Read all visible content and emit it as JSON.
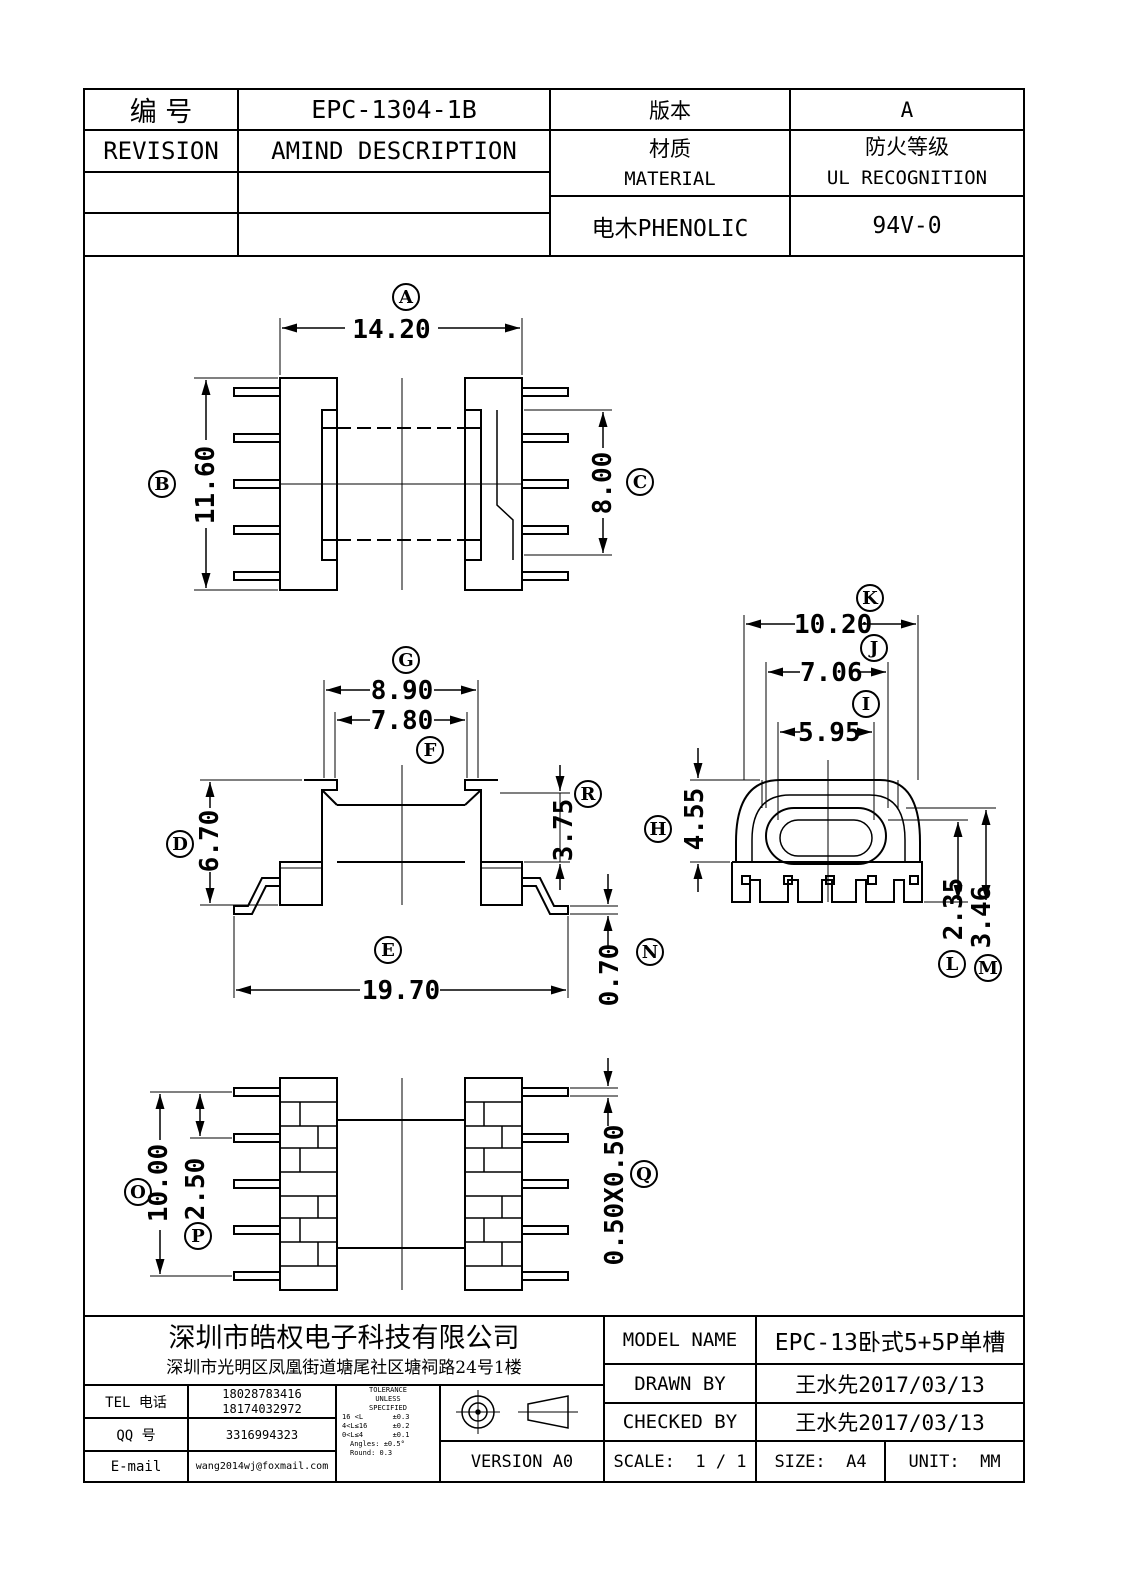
{
  "header": {
    "number_label": "编  号",
    "part_number": "EPC-1304-1B",
    "version_label": "版本",
    "version_value": "A",
    "revision_label": "REVISION",
    "amind_label": "AMIND DESCRIPTION",
    "material_cn": "材质",
    "material_en": "MATERIAL",
    "ul_cn": "防火等级",
    "ul_en": "UL RECOGNITION",
    "material_value": "电木PHENOLIC",
    "ul_value": "94V-0"
  },
  "dimensions": {
    "A": {
      "letter": "A",
      "value": "14.20"
    },
    "B": {
      "letter": "B",
      "value": "11.60"
    },
    "C": {
      "letter": "C",
      "value": "8.00"
    },
    "D": {
      "letter": "D",
      "value": "6.70"
    },
    "E": {
      "letter": "E",
      "value": "19.70"
    },
    "F": {
      "letter": "F",
      "value": "7.80"
    },
    "G": {
      "letter": "G",
      "value": "8.90"
    },
    "H": {
      "letter": "H",
      "value": "4.55"
    },
    "I": {
      "letter": "I",
      "value": "5.95"
    },
    "J": {
      "letter": "J",
      "value": "7.06"
    },
    "K": {
      "letter": "K",
      "value": "10.20"
    },
    "L": {
      "letter": "L",
      "value": "2.35"
    },
    "M": {
      "letter": "M",
      "value": "3.46"
    },
    "N": {
      "letter": "N",
      "value": "0.70"
    },
    "O": {
      "letter": "O",
      "value": "10.00"
    },
    "P": {
      "letter": "P",
      "value": "2.50"
    },
    "Q": {
      "letter": "Q",
      "value": "0.50X0.50"
    },
    "R": {
      "letter": "R",
      "value": "3.75"
    }
  },
  "footer": {
    "company_name": "深圳市皓权电子科技有限公司",
    "company_address": "深圳市光明区凤凰街道塘尾社区塘祠路24号1楼",
    "tel_label": "TEL 电话",
    "tel_1": "18028783416",
    "tel_2": "18174032972",
    "qq_label": "QQ   号",
    "qq_value": "3316994323",
    "email_label": "E-mail",
    "email_value": "wang2014wj@foxmail.com",
    "tolerance": {
      "title_1": "TOLERANCE",
      "title_2": "UNLESS",
      "title_3": "SPECIFIED",
      "row_1": "16 <L       ±0.3",
      "row_2": "4<L≤16      ±0.2",
      "row_3": "0<L≤4       ±0.1",
      "row_4": "Angles: ±0.5°",
      "row_5": "Round: 0.3"
    },
    "version": "VERSION A0",
    "model_name_label": "MODEL NAME",
    "model_name_value": "EPC-13卧式5+5P单槽",
    "drawn_by_label": "DRAWN BY",
    "drawn_by_value": "王水先2017/03/13",
    "checked_by_label": "CHECKED BY",
    "checked_by_value": "王水先2017/03/13",
    "scale_label": "SCALE:  1 / 1",
    "size_label": "SIZE:  A4",
    "unit_label": "UNIT:  MM"
  }
}
